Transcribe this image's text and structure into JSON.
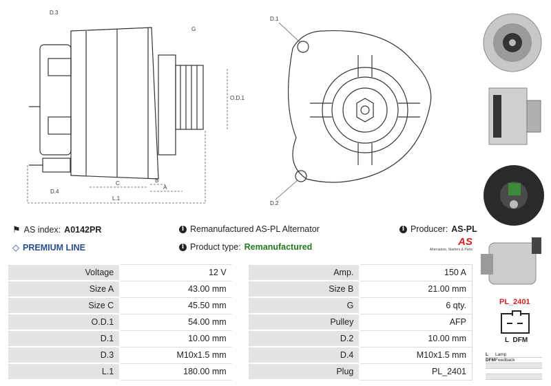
{
  "drawing": {
    "labels": {
      "d3": "D.3",
      "d4": "D.4",
      "g": "G",
      "od1": "O.D.1",
      "c": "C",
      "b": "B",
      "a": "A",
      "l1": "L.1",
      "d1": "D.1",
      "d2": "D.2"
    }
  },
  "info": {
    "as_index_label": "AS index:",
    "as_index_value": "A0142PR",
    "premium": "PREMIUM LINE",
    "description": "Remanufactured AS-PL Alternator",
    "product_type_label": "Product type:",
    "product_type_value": "Remanufactured",
    "producer_label": "Producer:",
    "producer_value": "AS-PL",
    "brand_logo": "AS",
    "brand_tagline": "Alternators, Starters & Parts"
  },
  "specs": [
    {
      "l1": "Voltage",
      "v1": "12 V",
      "l2": "Amp.",
      "v2": "150 A"
    },
    {
      "l1": "Size A",
      "v1": "43.00 mm",
      "l2": "Size B",
      "v2": "21.00 mm"
    },
    {
      "l1": "Size C",
      "v1": "45.50 mm",
      "l2": "G",
      "v2": "6 qty."
    },
    {
      "l1": "O.D.1",
      "v1": "54.00 mm",
      "l2": "Pulley",
      "v2": "AFP"
    },
    {
      "l1": "D.1",
      "v1": "10.00 mm",
      "l2": "D.2",
      "v2": "10.00 mm"
    },
    {
      "l1": "D.3",
      "v1": "M10x1.5 mm",
      "l2": "D.4",
      "v2": "M10x1.5 mm"
    },
    {
      "l1": "L.1",
      "v1": "180.00 mm",
      "l2": "Plug",
      "v2": "PL_2401"
    }
  ],
  "plug": {
    "name": "PL_2401",
    "pins": "L  DFM",
    "legend": [
      {
        "k": "L",
        "v": "Lamp"
      },
      {
        "k": "DFM",
        "v": "Feedback"
      }
    ]
  }
}
